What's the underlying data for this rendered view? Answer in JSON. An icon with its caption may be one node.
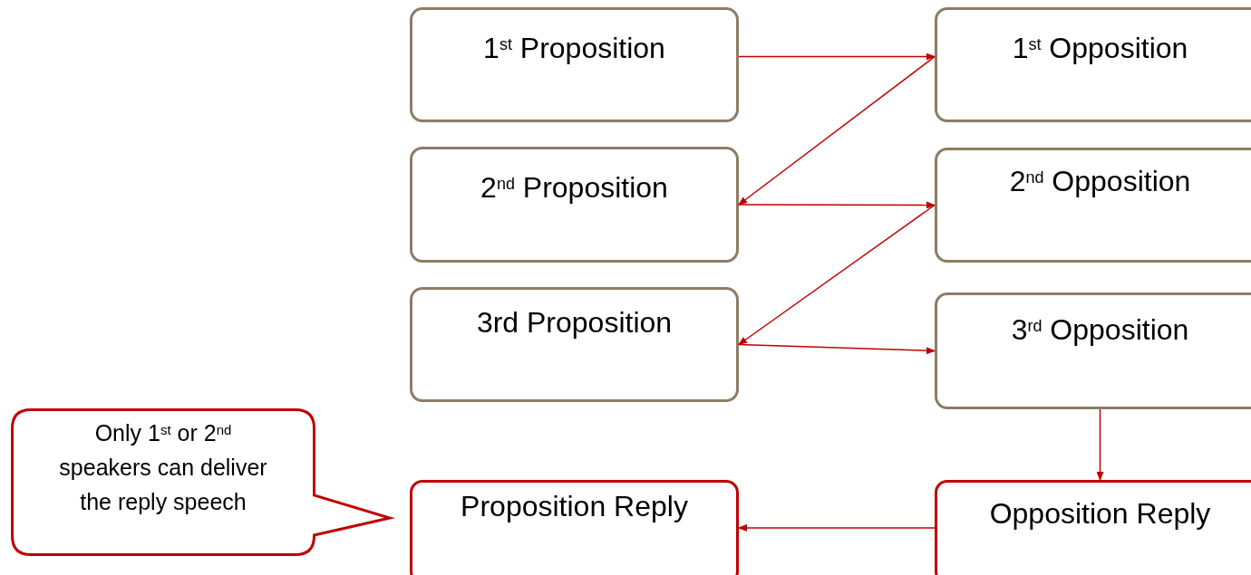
{
  "diagram": {
    "nodes": [
      {
        "text": [
          "1$^{st}$ Proposition"
        ]
      },
      {
        "text": [
          "1$^{st}$ Opposition"
        ]
      },
      {
        "text": [
          "2$^{nd}$ Proposition"
        ]
      },
      {
        "text": [
          "2$^{nd}$ Opposition"
        ]
      },
      {
        "text": [
          "3rd Proposition"
        ]
      },
      {
        "text": [
          "3$^{rd}$ Opposition"
        ]
      },
      {
        "text": [
          "Only 1$^{st}$ or 2$^{nd}$ speakers can deliver the reply speech"
        ]
      },
      {
        "text": [
          "Proposition Reply"
        ]
      },
      {
        "text": [
          "Opposition Reply"
        ]
      }
    ],
    "edges": [
      {
        "from": 0,
        "to": 1,
        "arrow": "to"
      },
      {
        "from": 1,
        "to": 2,
        "arrow": "to"
      },
      {
        "from": 2,
        "to": 3,
        "arrow": "to"
      },
      {
        "from": 3,
        "to": 4,
        "arrow": "to"
      },
      {
        "from": 4,
        "to": 5,
        "arrow": "to"
      },
      {
        "from": 5,
        "to": 8,
        "arrow": "to"
      },
      {
        "from": 8,
        "to": 7,
        "arrow": "to"
      }
    ]
  }
}
